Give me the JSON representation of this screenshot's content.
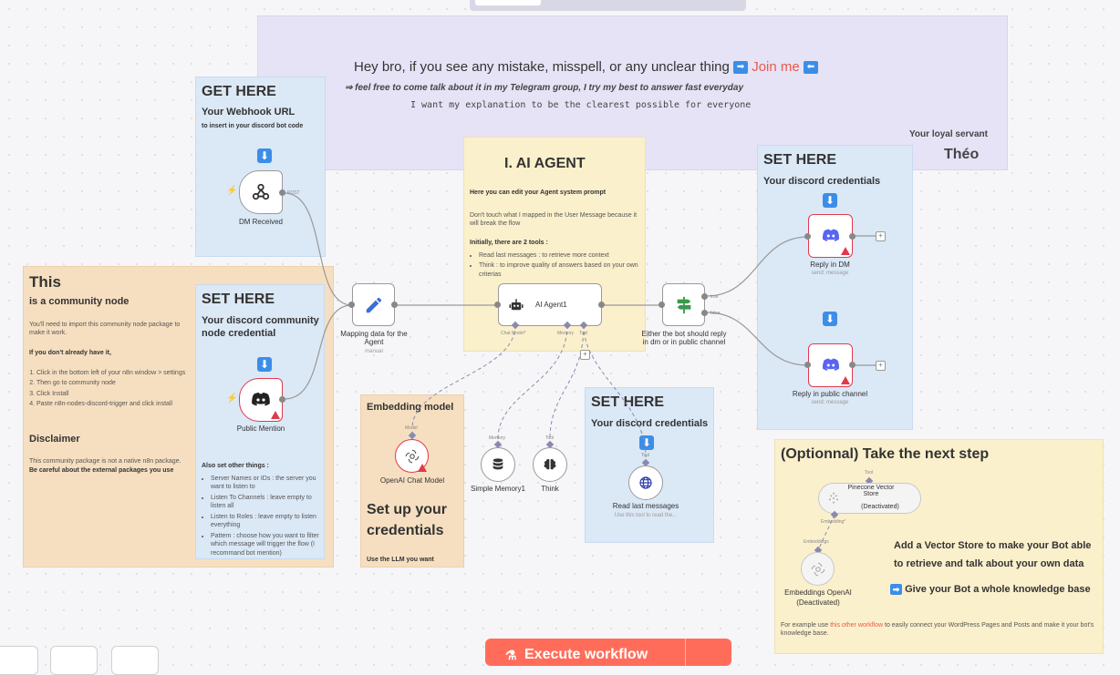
{
  "top_bar": {},
  "notice": {
    "line1": "Hey bro, if you see any mistake, misspell, or any unclear thing",
    "join": "Join me",
    "line2": "⇒ feel free to come talk about it in my Telegram group, I try my best to answer fast everyday",
    "line3": "I want my explanation to be the clearest possible for everyone",
    "signature_label": "Your loyal servant",
    "signature": "Théo"
  },
  "webhook_note": {
    "title": "GET HERE",
    "subtitle": "Your Webhook URL",
    "desc": "to insert in your discord bot code"
  },
  "community_note": {
    "title": "This",
    "subtitle": "is a community node",
    "p1": "You'll need to import this community node package to make it work.",
    "p2": "If you don't already have it,",
    "steps": [
      "Click in the bottom left of your n8n window > settings",
      "Then go to community node",
      "Click Install",
      "Paste n8n-nodes-discord-trigger and click install"
    ],
    "disclaimer_title": "Disclaimer",
    "disclaimer_text": "This community package is not a native n8n package.",
    "disclaimer_bold": "Be careful about the external packages you use"
  },
  "credential_note": {
    "title": "SET HERE",
    "subtitle": "Your discord community node credential",
    "also": "Also set other things :",
    "items": [
      "Server Names or IDs : the server you want to listen to",
      "Listen To Channels : leave empty to listen all",
      "Listen to Roles : leave empty to listen everything",
      "Pattern : choose how you want to filter which message will trigger the flow (I recommand bot mention)"
    ]
  },
  "agent_note": {
    "title": "I. AI AGENT",
    "p1": "Here you can edit your Agent system prompt",
    "p2": "Don't touch what I mapped in the User Message because it will break the flow",
    "p3": "Initially, there are 2 tools :",
    "items": [
      "Read last messages : to retrieve more context",
      "Think : to improve quality of answers based on your own criterias"
    ]
  },
  "embedding_note": {
    "title": "Embedding model",
    "big": "Set up your credentials",
    "foot": "Use the LLM you want"
  },
  "discord_cred_note": {
    "title": "SET HERE",
    "subtitle": "Your discord credentials"
  },
  "read_cred_note": {
    "title": "SET HERE",
    "subtitle": "Your discord credentials"
  },
  "optional_note": {
    "title": "(Optionnal) Take the next step",
    "p1": "Add a Vector Store to make your Bot able to retrieve and talk about your own data",
    "p2": "Give your Bot a whole knowledge base",
    "foot_pre": "For example use",
    "foot_link": "this other workflow",
    "foot_post": "to easily connect your WordPress Pages and Posts and make it your bot's knowledge base."
  },
  "nodes": {
    "dm_received": {
      "label": "DM Received",
      "port": "POST"
    },
    "public_mention": {
      "label": "Public Mention"
    },
    "mapping": {
      "label": "Mapping data for the Agent",
      "sub": "manual"
    },
    "agent": {
      "label": "AI Agent1",
      "port_chat": "Chat Model*",
      "port_memory": "Memory",
      "port_tool": "Tool"
    },
    "switch": {
      "label": "Either the bot should reply in dm or in public channel",
      "port_true": "true",
      "port_false": "false"
    },
    "reply_dm": {
      "label": "Reply in DM",
      "sub": "send: message"
    },
    "reply_public": {
      "label": "Reply in public channel",
      "sub": "send: message"
    },
    "openai_chat": {
      "label": "OpenAI Chat Model",
      "port": "Model"
    },
    "memory": {
      "label": "Simple Memory1",
      "port": "Memory"
    },
    "think": {
      "label": "Think",
      "port": "Tool"
    },
    "read_msgs": {
      "label": "Read last messages",
      "sub": "Use this tool to read the...",
      "port": "Tool"
    },
    "pinecone": {
      "label": "Pinecone Vector Store",
      "state": "(Deactivated)",
      "port_top": "Tool",
      "port_bottom": "Embedding*"
    },
    "emb_openai": {
      "label": "Embeddings OpenAI",
      "state": "(Deactivated)",
      "port": "Embeddings"
    }
  },
  "execute": {
    "label": "Execute workflow"
  },
  "colors": {
    "accent": "#ff6d5a",
    "link": "#e85a4a",
    "discord": "#5865f2",
    "switch": "#3a9a4a"
  }
}
